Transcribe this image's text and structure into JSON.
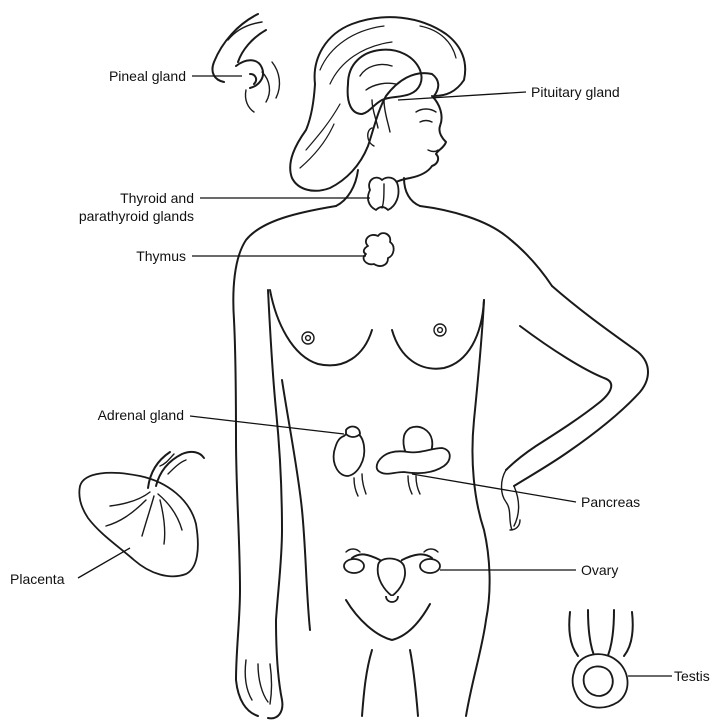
{
  "labels": {
    "pineal": "Pineal gland",
    "pituitary": "Pituitary gland",
    "thyroid_line1": "Thyroid and",
    "thyroid_line2": "parathyroid glands",
    "thymus": "Thymus",
    "adrenal": "Adrenal gland",
    "pancreas": "Pancreas",
    "placenta": "Placenta",
    "ovary": "Ovary",
    "testis": "Testis"
  }
}
